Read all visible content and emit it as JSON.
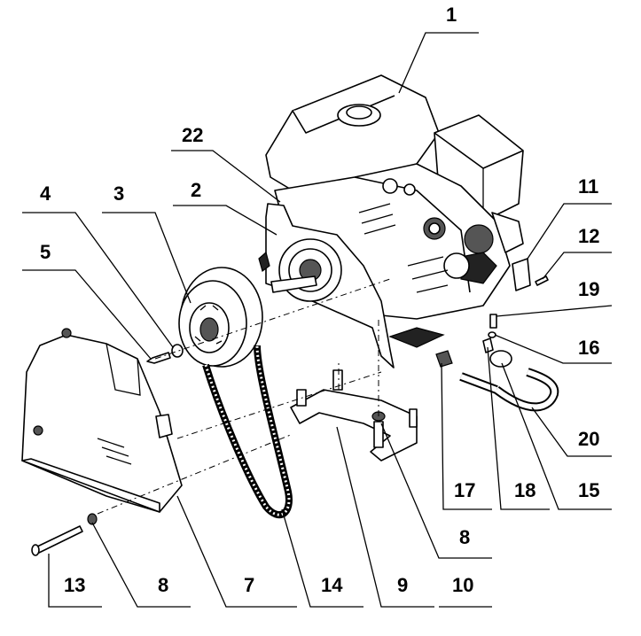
{
  "callouts": {
    "c1": "1",
    "c2": "2",
    "c3": "3",
    "c4": "4",
    "c5": "5",
    "c7": "7",
    "c8a": "8",
    "c8b": "8",
    "c9": "9",
    "c10": "10",
    "c11": "11",
    "c12": "12",
    "c13": "13",
    "c14": "14",
    "c15": "15",
    "c16": "16",
    "c17": "17",
    "c18": "18",
    "c19": "19",
    "c20": "20",
    "c22": "22"
  }
}
